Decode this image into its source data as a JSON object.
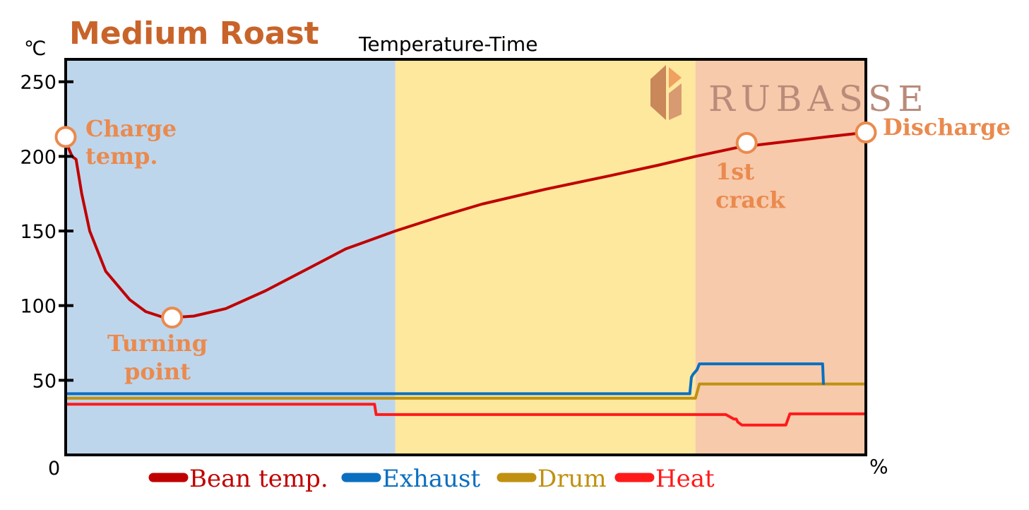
{
  "chart_data": {
    "type": "line",
    "title": "Medium Roast",
    "subtitle": "Temperature-Time",
    "y_unit": "℃",
    "x_unit": "%",
    "x_origin_label": "0",
    "xlim": [
      0,
      100
    ],
    "ylim": [
      0,
      265
    ],
    "y_ticks": [
      "50",
      "100",
      "150",
      "200",
      "250"
    ],
    "y_tick_values": [
      50,
      100,
      150,
      200,
      250
    ],
    "grid": false,
    "legend_position": "bottom",
    "phases": [
      {
        "x_start": 0,
        "x_end": 41.2,
        "color": "#bed6ec"
      },
      {
        "x_start": 41.2,
        "x_end": 78.7,
        "color": "#fde89e"
      },
      {
        "x_start": 78.7,
        "x_end": 100,
        "color": "#f7caab"
      }
    ],
    "series": [
      {
        "name": "Bean temp.",
        "color": "#c00000",
        "line_width": 4,
        "x": [
          0,
          0.8,
          1.3,
          2,
          3,
          5,
          8,
          10,
          12,
          13.3,
          16,
          20,
          25,
          30,
          35,
          41.2,
          47,
          52,
          60,
          68,
          74,
          78.7,
          84,
          87,
          95,
          100
        ],
        "y": [
          210,
          200,
          198,
          175,
          150,
          123,
          104,
          96,
          92.5,
          92,
          93,
          98,
          110,
          124,
          138,
          150,
          160,
          168,
          178,
          187,
          194,
          200,
          206,
          208,
          213,
          216
        ]
      },
      {
        "name": "Exhaust",
        "color": "#0b6fc0",
        "line_width": 4,
        "x": [
          0,
          78,
          78.2,
          78.4,
          78.9,
          79.2,
          92,
          94.6,
          94.7
        ],
        "y": [
          41,
          41,
          52,
          54,
          57,
          61,
          61,
          61,
          47
        ]
      },
      {
        "name": "Drum",
        "color": "#c09010",
        "line_width": 4,
        "x": [
          0,
          78.7,
          79.2,
          100
        ],
        "y": [
          38,
          38,
          47.5,
          47.5
        ]
      },
      {
        "name": "Heat",
        "color": "#ff1a1a",
        "line_width": 4,
        "x": [
          0,
          38.6,
          38.8,
          41.2,
          78.7,
          82.5,
          83.5,
          83.8,
          84,
          84.5,
          90,
          90.5,
          100
        ],
        "y": [
          34,
          34,
          27,
          27,
          27,
          27,
          24,
          24,
          22,
          20,
          20,
          27.5,
          27.5
        ]
      }
    ],
    "annotations": [
      {
        "lines": [
          "Charge",
          "temp."
        ],
        "x": 0,
        "y": 213
      },
      {
        "lines": [
          "Turning",
          "point"
        ],
        "x": 13.3,
        "y": 92
      },
      {
        "lines": [
          "1st",
          "crack"
        ],
        "x": 85.1,
        "y": 209
      },
      {
        "lines": [
          "Discharge"
        ],
        "x": 100,
        "y": 216
      }
    ],
    "logo_text": "RUBASSE"
  }
}
